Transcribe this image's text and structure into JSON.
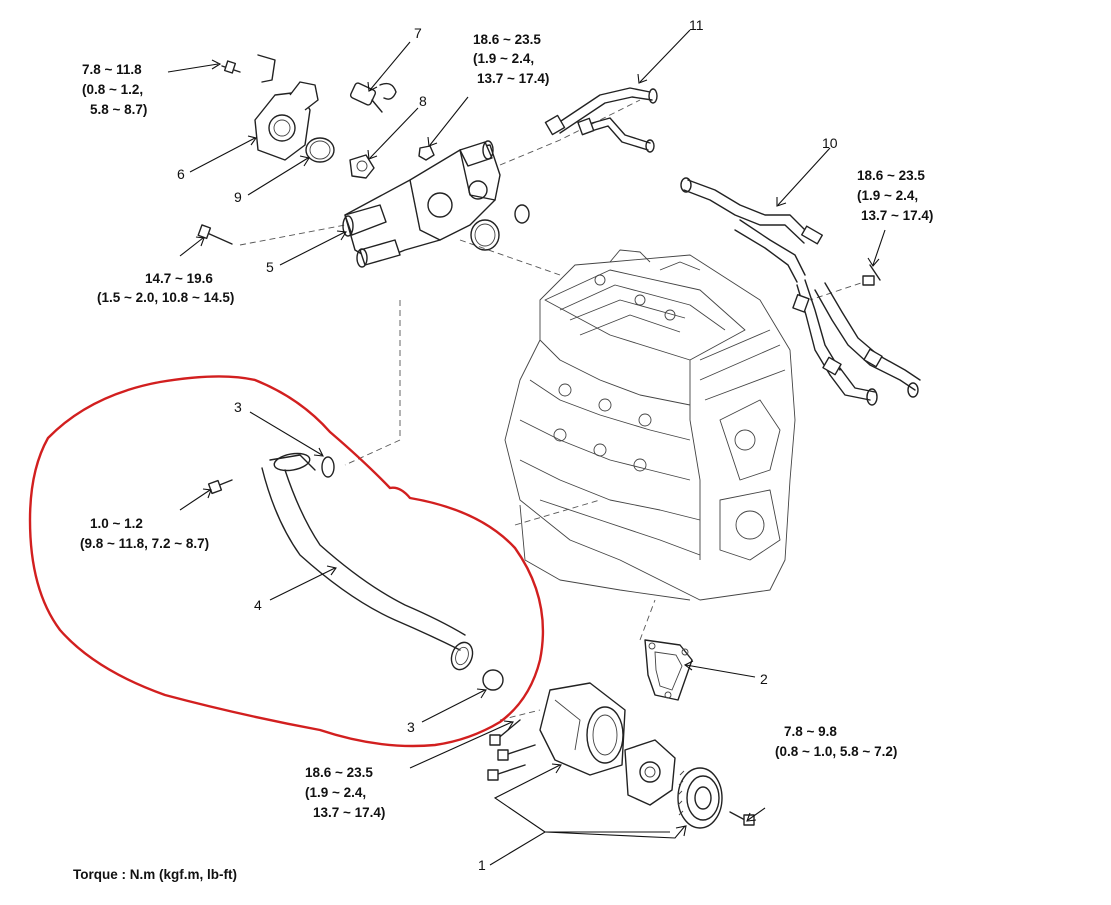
{
  "torque_specs": {
    "t_top_left": [
      "7.8 ~ 11.8",
      "(0.8 ~ 1.2,",
      "5.8 ~ 8.7)"
    ],
    "t_top_center": [
      "18.6 ~ 23.5",
      "(1.9 ~ 2.4,",
      "13.7 ~ 17.4)"
    ],
    "t_right": [
      "18.6 ~ 23.5",
      "(1.9 ~ 2.4,",
      "13.7 ~ 17.4)"
    ],
    "t_housing": [
      "14.7 ~ 19.6",
      "(1.5 ~ 2.0, 10.8 ~ 14.5)"
    ],
    "t_pipe": [
      "1.0 ~ 1.2",
      "(9.8 ~ 11.8, 7.2 ~ 8.7)"
    ],
    "t_pump_bolt": [
      "18.6 ~ 23.5",
      "(1.9 ~ 2.4,",
      "13.7 ~ 17.4)"
    ],
    "t_pulley": [
      "7.8 ~ 9.8",
      "(0.8 ~ 1.0, 5.8 ~ 7.2)"
    ]
  },
  "callouts": {
    "c1": "1",
    "c2": "2",
    "c3a": "3",
    "c3b": "3",
    "c4": "4",
    "c5": "5",
    "c6": "6",
    "c7": "7",
    "c8": "8",
    "c9": "9",
    "c10": "10",
    "c11": "11"
  },
  "footer": {
    "torque_units": "Torque : N.m (kgf.m, lb-ft)"
  },
  "colors": {
    "highlight": "#d21f1f",
    "line": "#222222"
  }
}
